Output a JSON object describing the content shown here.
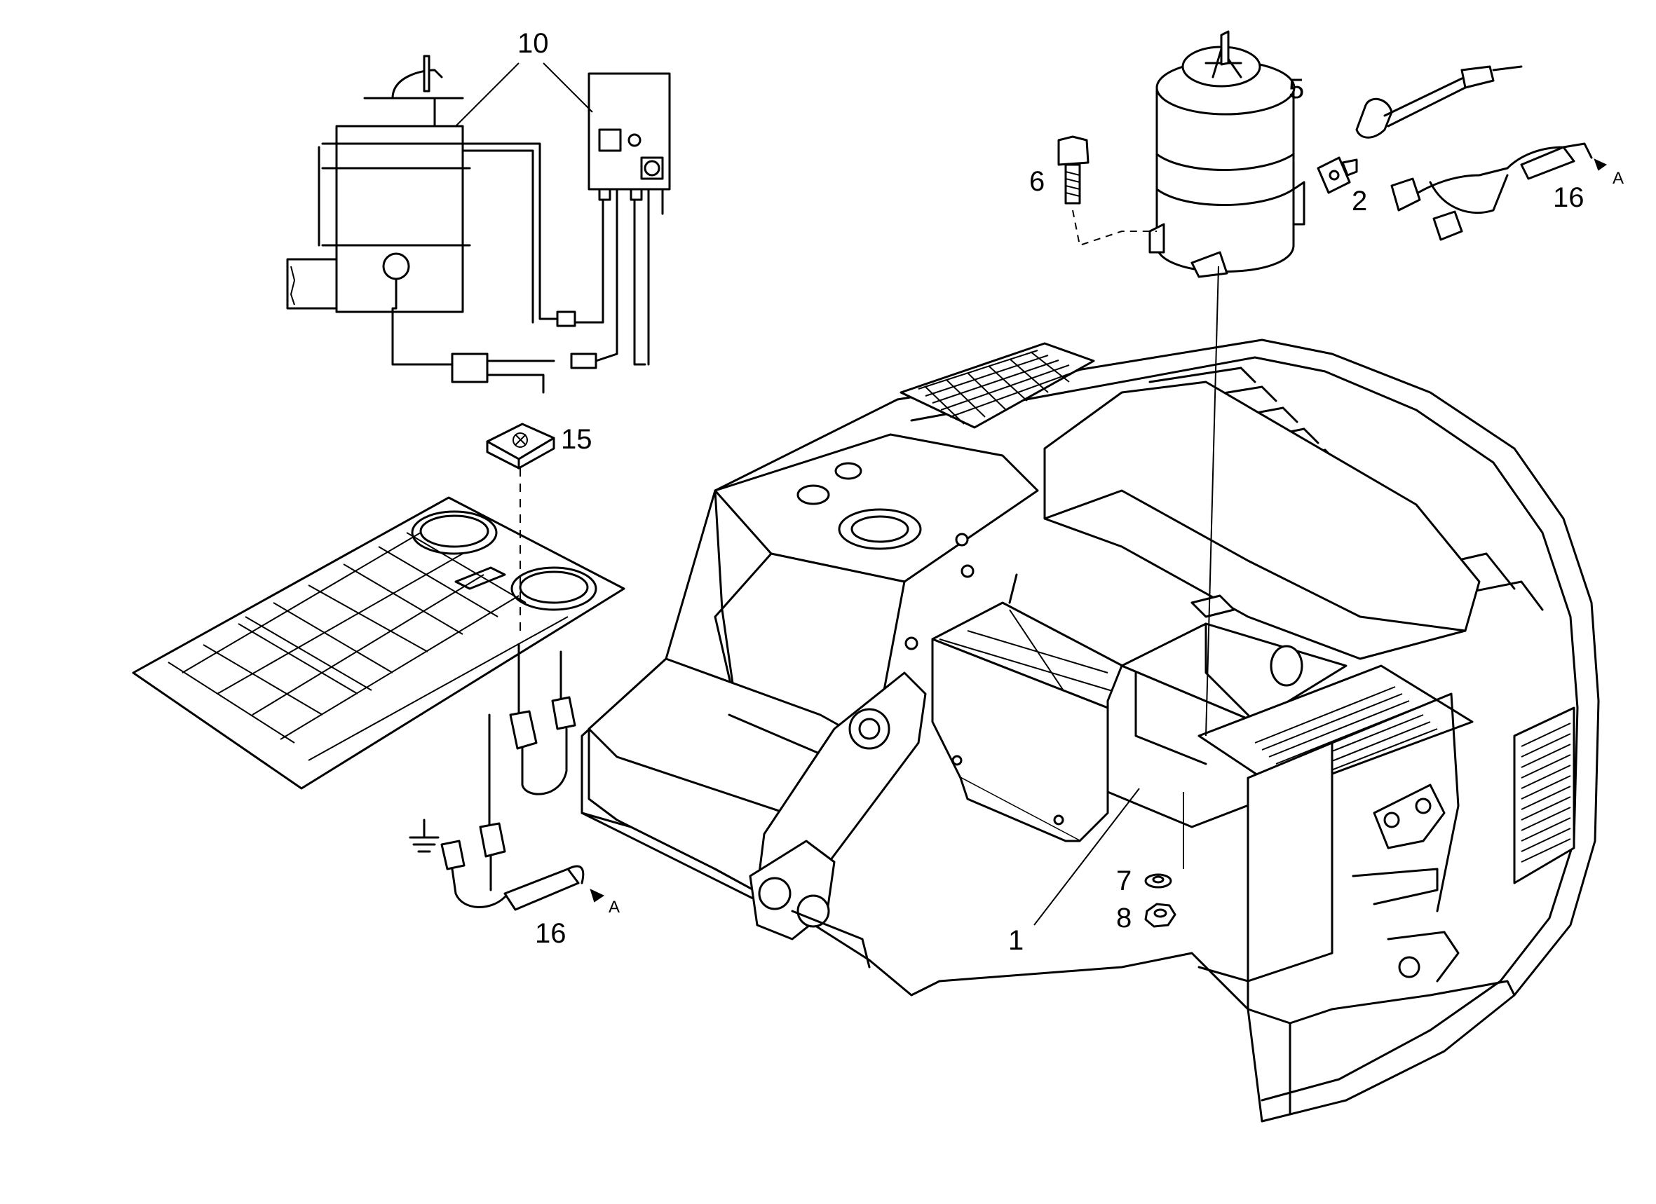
{
  "callouts": {
    "c10": "10",
    "c5": "5",
    "c6": "6",
    "c2": "2",
    "c16_top": "16",
    "c15": "15",
    "c7": "7",
    "c8": "8",
    "c1": "1",
    "c16_bottom": "16"
  },
  "connector_labels": {
    "a_top": "A",
    "a_bottom": "A"
  },
  "icons": {
    "ground": "ground-symbol-icon",
    "arrow": "connector-arrow-icon"
  }
}
